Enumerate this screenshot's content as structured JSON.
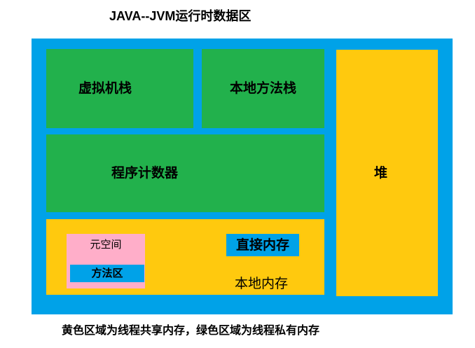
{
  "title": "JAVA--JVM运行时数据区",
  "caption": "黄色区域为线程共享内存，绿色区域为线程私有内存",
  "colors": {
    "page_background": "#FFFFFF",
    "container_blue": "#00A2E8",
    "thread_private_green": "#22B14C",
    "thread_shared_yellow": "#FFC90E",
    "metaspace_pink": "#FFAEC9",
    "text": "#000000"
  },
  "boxes": {
    "vm_stack": {
      "label": "虚拟机栈"
    },
    "native_method_stack": {
      "label": "本地方法栈"
    },
    "program_counter": {
      "label": "程序计数器"
    },
    "heap": {
      "label": "堆"
    },
    "native_memory": {
      "label": "本地内存"
    },
    "metaspace": {
      "label": "元空间"
    },
    "method_area": {
      "label": "方法区"
    },
    "direct_memory": {
      "label": "直接内存"
    }
  }
}
